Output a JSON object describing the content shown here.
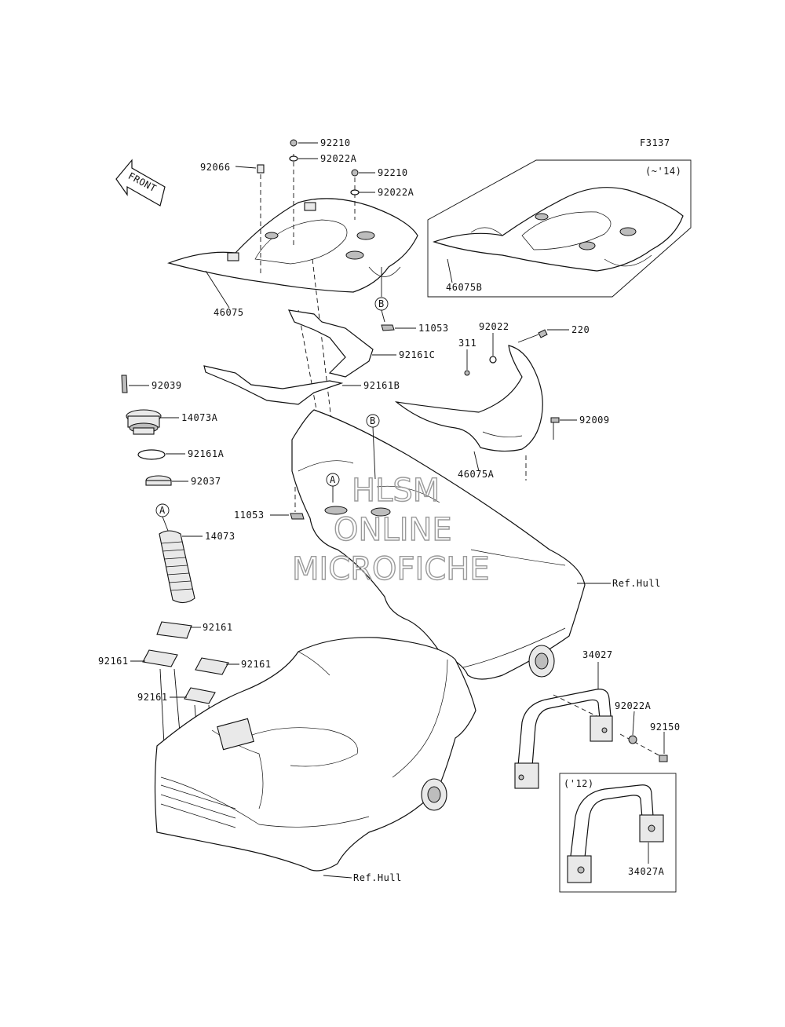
{
  "figure_code": "F3137",
  "front_label": "FRONT",
  "inset_top_note": "(~'14)",
  "inset_bottom_note": "('12)",
  "watermark": {
    "line1": "HLSM",
    "line2": "ONLINE",
    "line3": "MICROFICHE"
  },
  "callouts": {
    "a": "A",
    "b": "B"
  },
  "parts": {
    "p92210_top": "92210",
    "p92022A_top": "92022A",
    "p92066": "92066",
    "p92210_mid": "92210",
    "p92022A_mid": "92022A",
    "p46075": "46075",
    "p46075B": "46075B",
    "p11053_top": "11053",
    "p92161C": "92161C",
    "p92161B": "92161B",
    "p92022": "92022",
    "p220": "220",
    "p311": "311",
    "p92009": "92009",
    "p46075A": "46075A",
    "p92039": "92039",
    "p14073A": "14073A",
    "p92161A": "92161A",
    "p92037": "92037",
    "p11053_mid": "11053",
    "p14073": "14073",
    "ref_hull_right": "Ref.Hull",
    "p92161_a": "92161",
    "p92161_b": "92161",
    "p92161_c": "92161",
    "p92161_d": "92161",
    "p34027": "34027",
    "p92022A_right": "92022A",
    "p92150": "92150",
    "p34027A": "34027A",
    "ref_hull_bottom": "Ref.Hull"
  }
}
